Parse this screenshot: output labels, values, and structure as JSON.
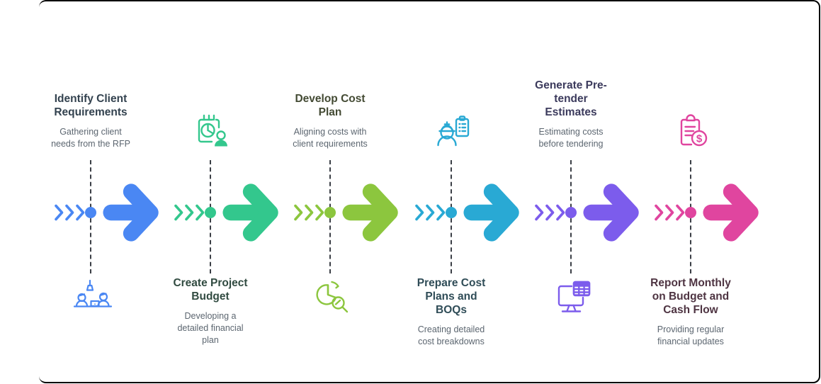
{
  "diagram": {
    "name": "QS cost-planning process flow",
    "frame_color": "#000000",
    "dashed_line_color": "#3b3f46",
    "subtitle_color": "#5c6670",
    "steps": [
      {
        "title": "Identify Client\nRequirements",
        "subtitle": "Gathering client\nneeds from the RFP",
        "color": "#4A87F3",
        "title_color": "#33424F",
        "icon": "team-meeting-icon",
        "text_position": "top",
        "icon_position": "bottom"
      },
      {
        "title": "Create Project\nBudget",
        "subtitle": "Developing a\ndetailed financial\nplan",
        "color": "#33C78D",
        "title_color": "#314B41",
        "icon": "calendar-pie-person-icon",
        "text_position": "bottom",
        "icon_position": "top"
      },
      {
        "title": "Develop Cost\nPlan",
        "subtitle": "Aligning costs with\nclient requirements",
        "color": "#8CC63E",
        "title_color": "#434A33",
        "icon": "pie-chart-magnifier-icon",
        "text_position": "top",
        "icon_position": "bottom"
      },
      {
        "title": "Prepare Cost\nPlans and\nBOQs",
        "subtitle": "Creating detailed\ncost breakdowns",
        "color": "#29A9D4",
        "title_color": "#2F4C57",
        "icon": "engineer-checklist-icon",
        "text_position": "bottom",
        "icon_position": "top"
      },
      {
        "title": "Generate Pre-\ntender\nEstimates",
        "subtitle": "Estimating costs\nbefore tendering",
        "color": "#7C5CEC",
        "title_color": "#3B3A5C",
        "icon": "monitor-spreadsheet-icon",
        "text_position": "top",
        "icon_position": "bottom"
      },
      {
        "title": "Report Monthly\non Budget and\nCash Flow",
        "subtitle": "Providing regular\nfinancial updates",
        "color": "#E0459F",
        "title_color": "#4E3442",
        "icon": "clipboard-dollar-icon",
        "text_position": "bottom",
        "icon_position": "top"
      }
    ]
  }
}
